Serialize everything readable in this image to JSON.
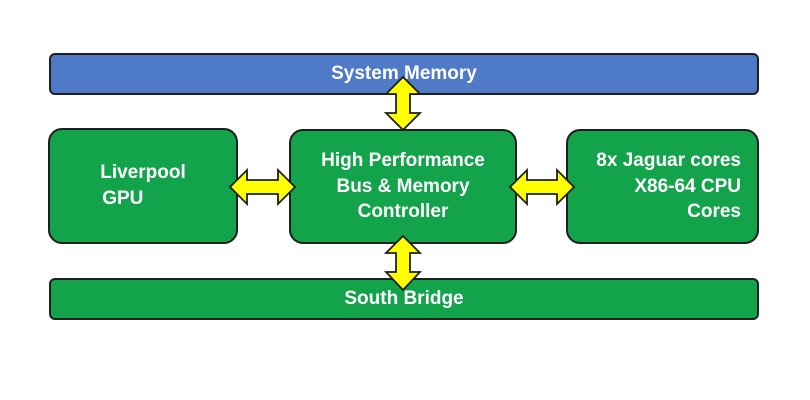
{
  "diagram": {
    "system_memory": "System Memory",
    "south_bridge": "South Bridge",
    "gpu": {
      "line1": "Liverpool",
      "line2": "GPU"
    },
    "controller": {
      "line1": "High Performance",
      "line2": "Bus & Memory",
      "line3": "Controller"
    },
    "cpu": {
      "line1": "8x Jaguar cores",
      "line2": "X86-64 CPU",
      "line3": "Cores"
    }
  },
  "colors": {
    "memory_bar": "#4f7ac8",
    "component_green": "#12a34b",
    "arrow_yellow": "#ffff00",
    "outline": "#1f1f1f"
  }
}
